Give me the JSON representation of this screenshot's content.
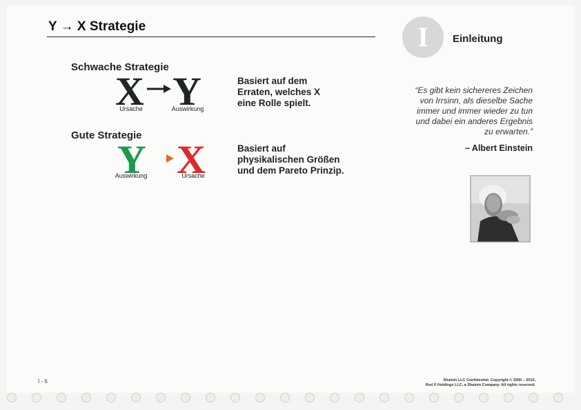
{
  "header": {
    "title": "Y → X Strategie",
    "chapter_letter": "I",
    "chapter_title": "Einleitung"
  },
  "weak": {
    "heading": "Schwache Strategie",
    "left_letter": "X",
    "right_letter": "Y",
    "left_caption": "Ursache",
    "right_caption": "Auswirkung",
    "desc_lines": [
      "Basiert auf dem",
      "Erraten, welches X",
      "eine Rolle spielt."
    ]
  },
  "good": {
    "heading": "Gute Strategie",
    "left_letter": "Y",
    "right_letter": "X",
    "left_caption": "Auswirkung",
    "right_caption": "Ursache",
    "desc_lines": [
      "Basiert auf",
      "physikalischen Größen",
      "und dem Pareto Prinzip."
    ]
  },
  "quote": {
    "lines": [
      "“Es gibt kein sichereres Zeichen",
      "von Irrsinn, als dieselbe Sache",
      "immer und immer wieder zu tun",
      "und dabei ein anderes Ergebnis",
      "zu erwarten.”"
    ],
    "author": "– Albert Einstein"
  },
  "footer": {
    "page_number": "I - 6",
    "copyright_line1": "Shainin LLC Confidential. Copyright © 2000 – 2015,",
    "copyright_line2": "Red X Holdings LLC, a Shainin Company. All rights reserved."
  },
  "colors": {
    "dark_letter": "#1c2622",
    "green": "#1e9a4a",
    "red": "#e02828",
    "arrow_dark": "#222222",
    "arrow_orange": "#e07020"
  }
}
